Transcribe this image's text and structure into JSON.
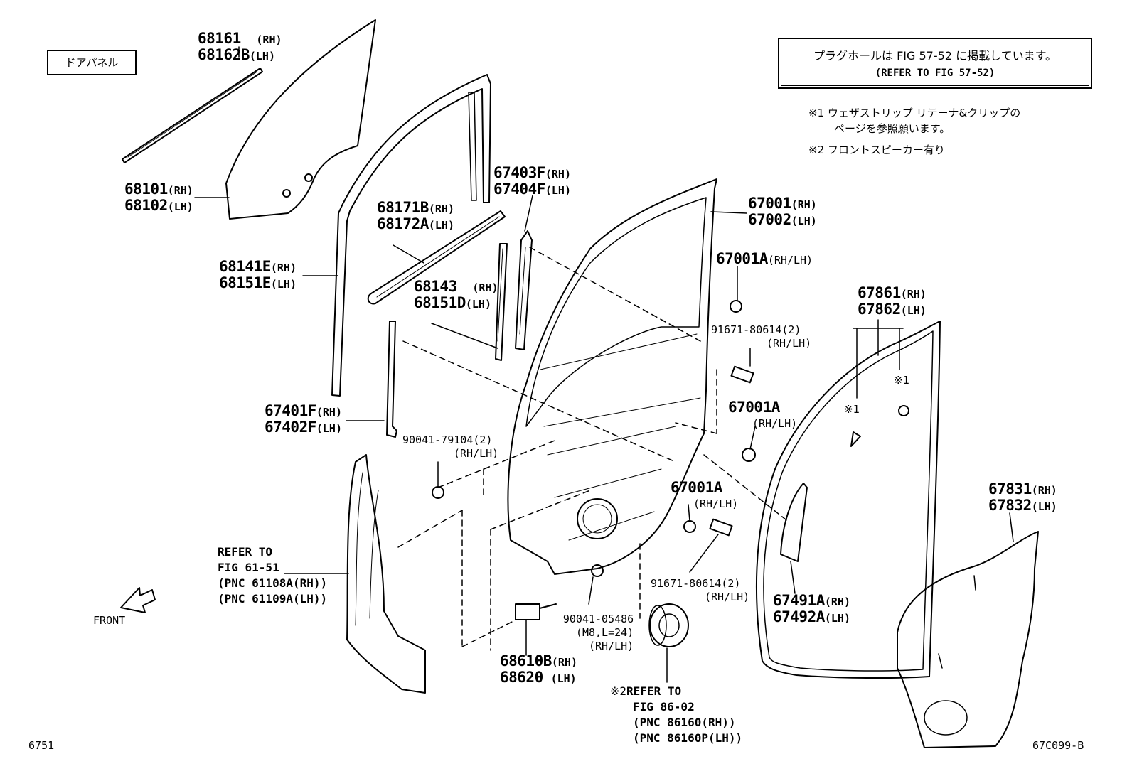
{
  "panel_tag": "ドアパネル",
  "note": {
    "line1": "プラグホールは FIG 57-52 に掲載しています。",
    "line2": "(REFER TO FIG 57-52)"
  },
  "footnotes": [
    {
      "mark": "※1",
      "text": "ウェザストリップ リテーナ&クリップの",
      "text2": "ページを参照願います。"
    },
    {
      "mark": "※2",
      "text": "フロントスピーカー有り"
    }
  ],
  "parts": [
    {
      "id": "p68161",
      "a": "68161",
      "ra": "(RH)",
      "b": "68162B",
      "rb": "(LH)"
    },
    {
      "id": "p68101",
      "a": "68101",
      "ra": "(RH)",
      "b": "68102",
      "rb": "(LH)"
    },
    {
      "id": "p68141",
      "a": "68141E",
      "ra": "(RH)",
      "b": "68151E",
      "rb": "(LH)"
    },
    {
      "id": "p68171",
      "a": "68171B",
      "ra": "(RH)",
      "b": "68172A",
      "rb": "(LH)"
    },
    {
      "id": "p67403",
      "a": "67403F",
      "ra": "(RH)",
      "b": "67404F",
      "rb": "(LH)"
    },
    {
      "id": "p68143",
      "a": "68143",
      "ra": "(RH)",
      "b": "68151D",
      "rb": "(LH)"
    },
    {
      "id": "p67001",
      "a": "67001",
      "ra": "(RH)",
      "b": "67002",
      "rb": "(LH)"
    },
    {
      "id": "p67401",
      "a": "67401F",
      "ra": "(RH)",
      "b": "67402F",
      "rb": "(LH)"
    },
    {
      "id": "p67861",
      "a": "67861",
      "ra": "(RH)",
      "b": "67862",
      "rb": "(LH)"
    },
    {
      "id": "p67831",
      "a": "67831",
      "ra": "(RH)",
      "b": "67832",
      "rb": "(LH)"
    },
    {
      "id": "p67491",
      "a": "67491A",
      "ra": "(RH)",
      "b": "67492A",
      "rb": "(LH)"
    },
    {
      "id": "p68610",
      "a": "68610B",
      "ra": "(RH)",
      "b": "68620",
      "rb": "(LH)"
    }
  ],
  "single_parts": [
    {
      "id": "s67001a_1",
      "a": "67001A",
      "r": "(RH/LH)"
    },
    {
      "id": "s67001a_2",
      "a": "67001A",
      "r": "(RH/LH)"
    },
    {
      "id": "s67001a_3",
      "a": "67001A",
      "r": "(RH/LH)"
    }
  ],
  "bolts": [
    {
      "id": "b91671_1",
      "a": "91671-80614(2)",
      "r": "(RH/LH)"
    },
    {
      "id": "b90041_1",
      "a": "90041-79104(2)",
      "r": "(RH/LH)"
    },
    {
      "id": "b91671_2",
      "a": "91671-80614(2)",
      "r": "(RH/LH)"
    },
    {
      "id": "b90041_2",
      "a": "90041-05486",
      "m": "(M8,L=24)",
      "r": "(RH/LH)"
    }
  ],
  "refs": {
    "fig61": [
      "REFER TO",
      "FIG 61-51",
      "(PNC 61108A(RH))",
      "(PNC 61109A(LH))"
    ],
    "fig86_mark": "※2",
    "fig86": [
      "REFER TO",
      "FIG 86-02",
      "(PNC 86160(RH))",
      "(PNC 86160P(LH))"
    ]
  },
  "marks": {
    "m1a": "※1",
    "m1b": "※1"
  },
  "front_label": "FRONT",
  "page_id": "6751",
  "fig_code": "67C099-B"
}
